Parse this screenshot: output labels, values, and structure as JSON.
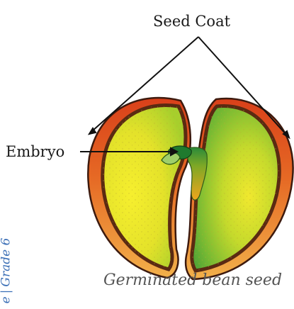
{
  "labels": {
    "seed_coat": "Seed Coat",
    "embryo": "Embryo"
  },
  "caption": "Germinated bean seed",
  "side_tab": {
    "prefix": "e",
    "separator": "|",
    "grade": "Grade 6"
  },
  "colors": {
    "seed_coat_outer": "#e0541f",
    "seed_coat_light": "#f0a040",
    "coat_edge": "#4a1e10",
    "cotyledon_yellow": "#f2ea2c",
    "cotyledon_green": "#69b531",
    "embryo_dark": "#1f7a2e",
    "radicle_orange": "#f0a51c",
    "accent_blue": "#3b6fb6"
  }
}
